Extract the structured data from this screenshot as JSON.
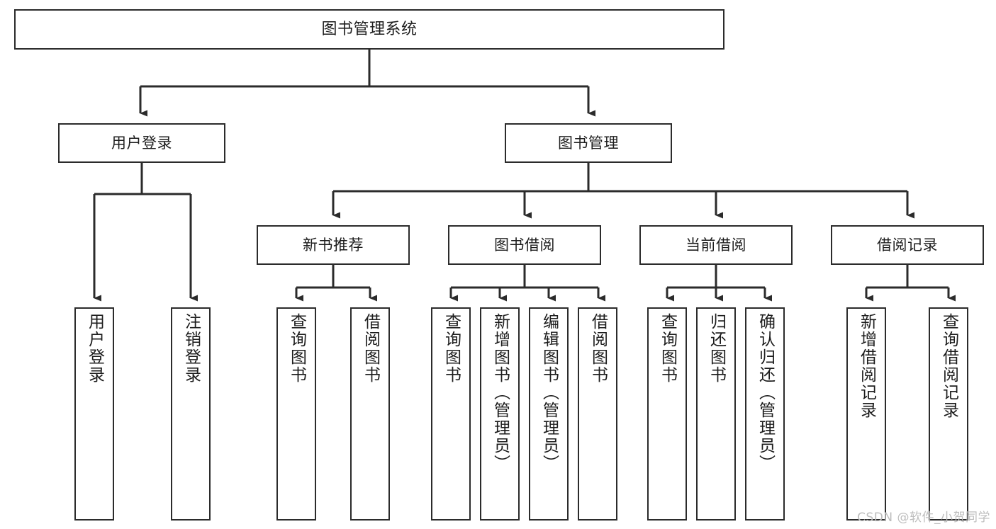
{
  "diagram": {
    "title": "图书管理系统",
    "type": "tree",
    "stroke_color": "#2b2b2b",
    "text_color": "#1d1d1d",
    "background_color": "#ffffff",
    "root": {
      "label": "图书管理系统"
    },
    "level2": [
      {
        "label": "用户登录"
      },
      {
        "label": "图书管理"
      }
    ],
    "level3": [
      {
        "label": "新书推荐"
      },
      {
        "label": "图书借阅"
      },
      {
        "label": "当前借阅"
      },
      {
        "label": "借阅记录"
      }
    ],
    "leaves": [
      {
        "label": "用户登录",
        "parent": "用户登录"
      },
      {
        "label": "注销登录",
        "parent": "用户登录"
      },
      {
        "label": "查询图书",
        "parent": "新书推荐"
      },
      {
        "label": "借阅图书",
        "parent": "新书推荐"
      },
      {
        "label": "查询图书",
        "parent": "图书借阅"
      },
      {
        "label": "新增图书（管理员）",
        "parent": "图书借阅"
      },
      {
        "label": "编辑图书（管理员）",
        "parent": "图书借阅"
      },
      {
        "label": "借阅图书",
        "parent": "图书借阅"
      },
      {
        "label": "查询图书",
        "parent": "当前借阅"
      },
      {
        "label": "归还图书",
        "parent": "当前借阅"
      },
      {
        "label": "确认归还（管理员）",
        "parent": "当前借阅"
      },
      {
        "label": "新增借阅记录",
        "parent": "借阅记录"
      },
      {
        "label": "查询借阅记录",
        "parent": "借阅记录"
      }
    ]
  },
  "watermark": {
    "text": "CSDN @软件_小贺同学"
  }
}
